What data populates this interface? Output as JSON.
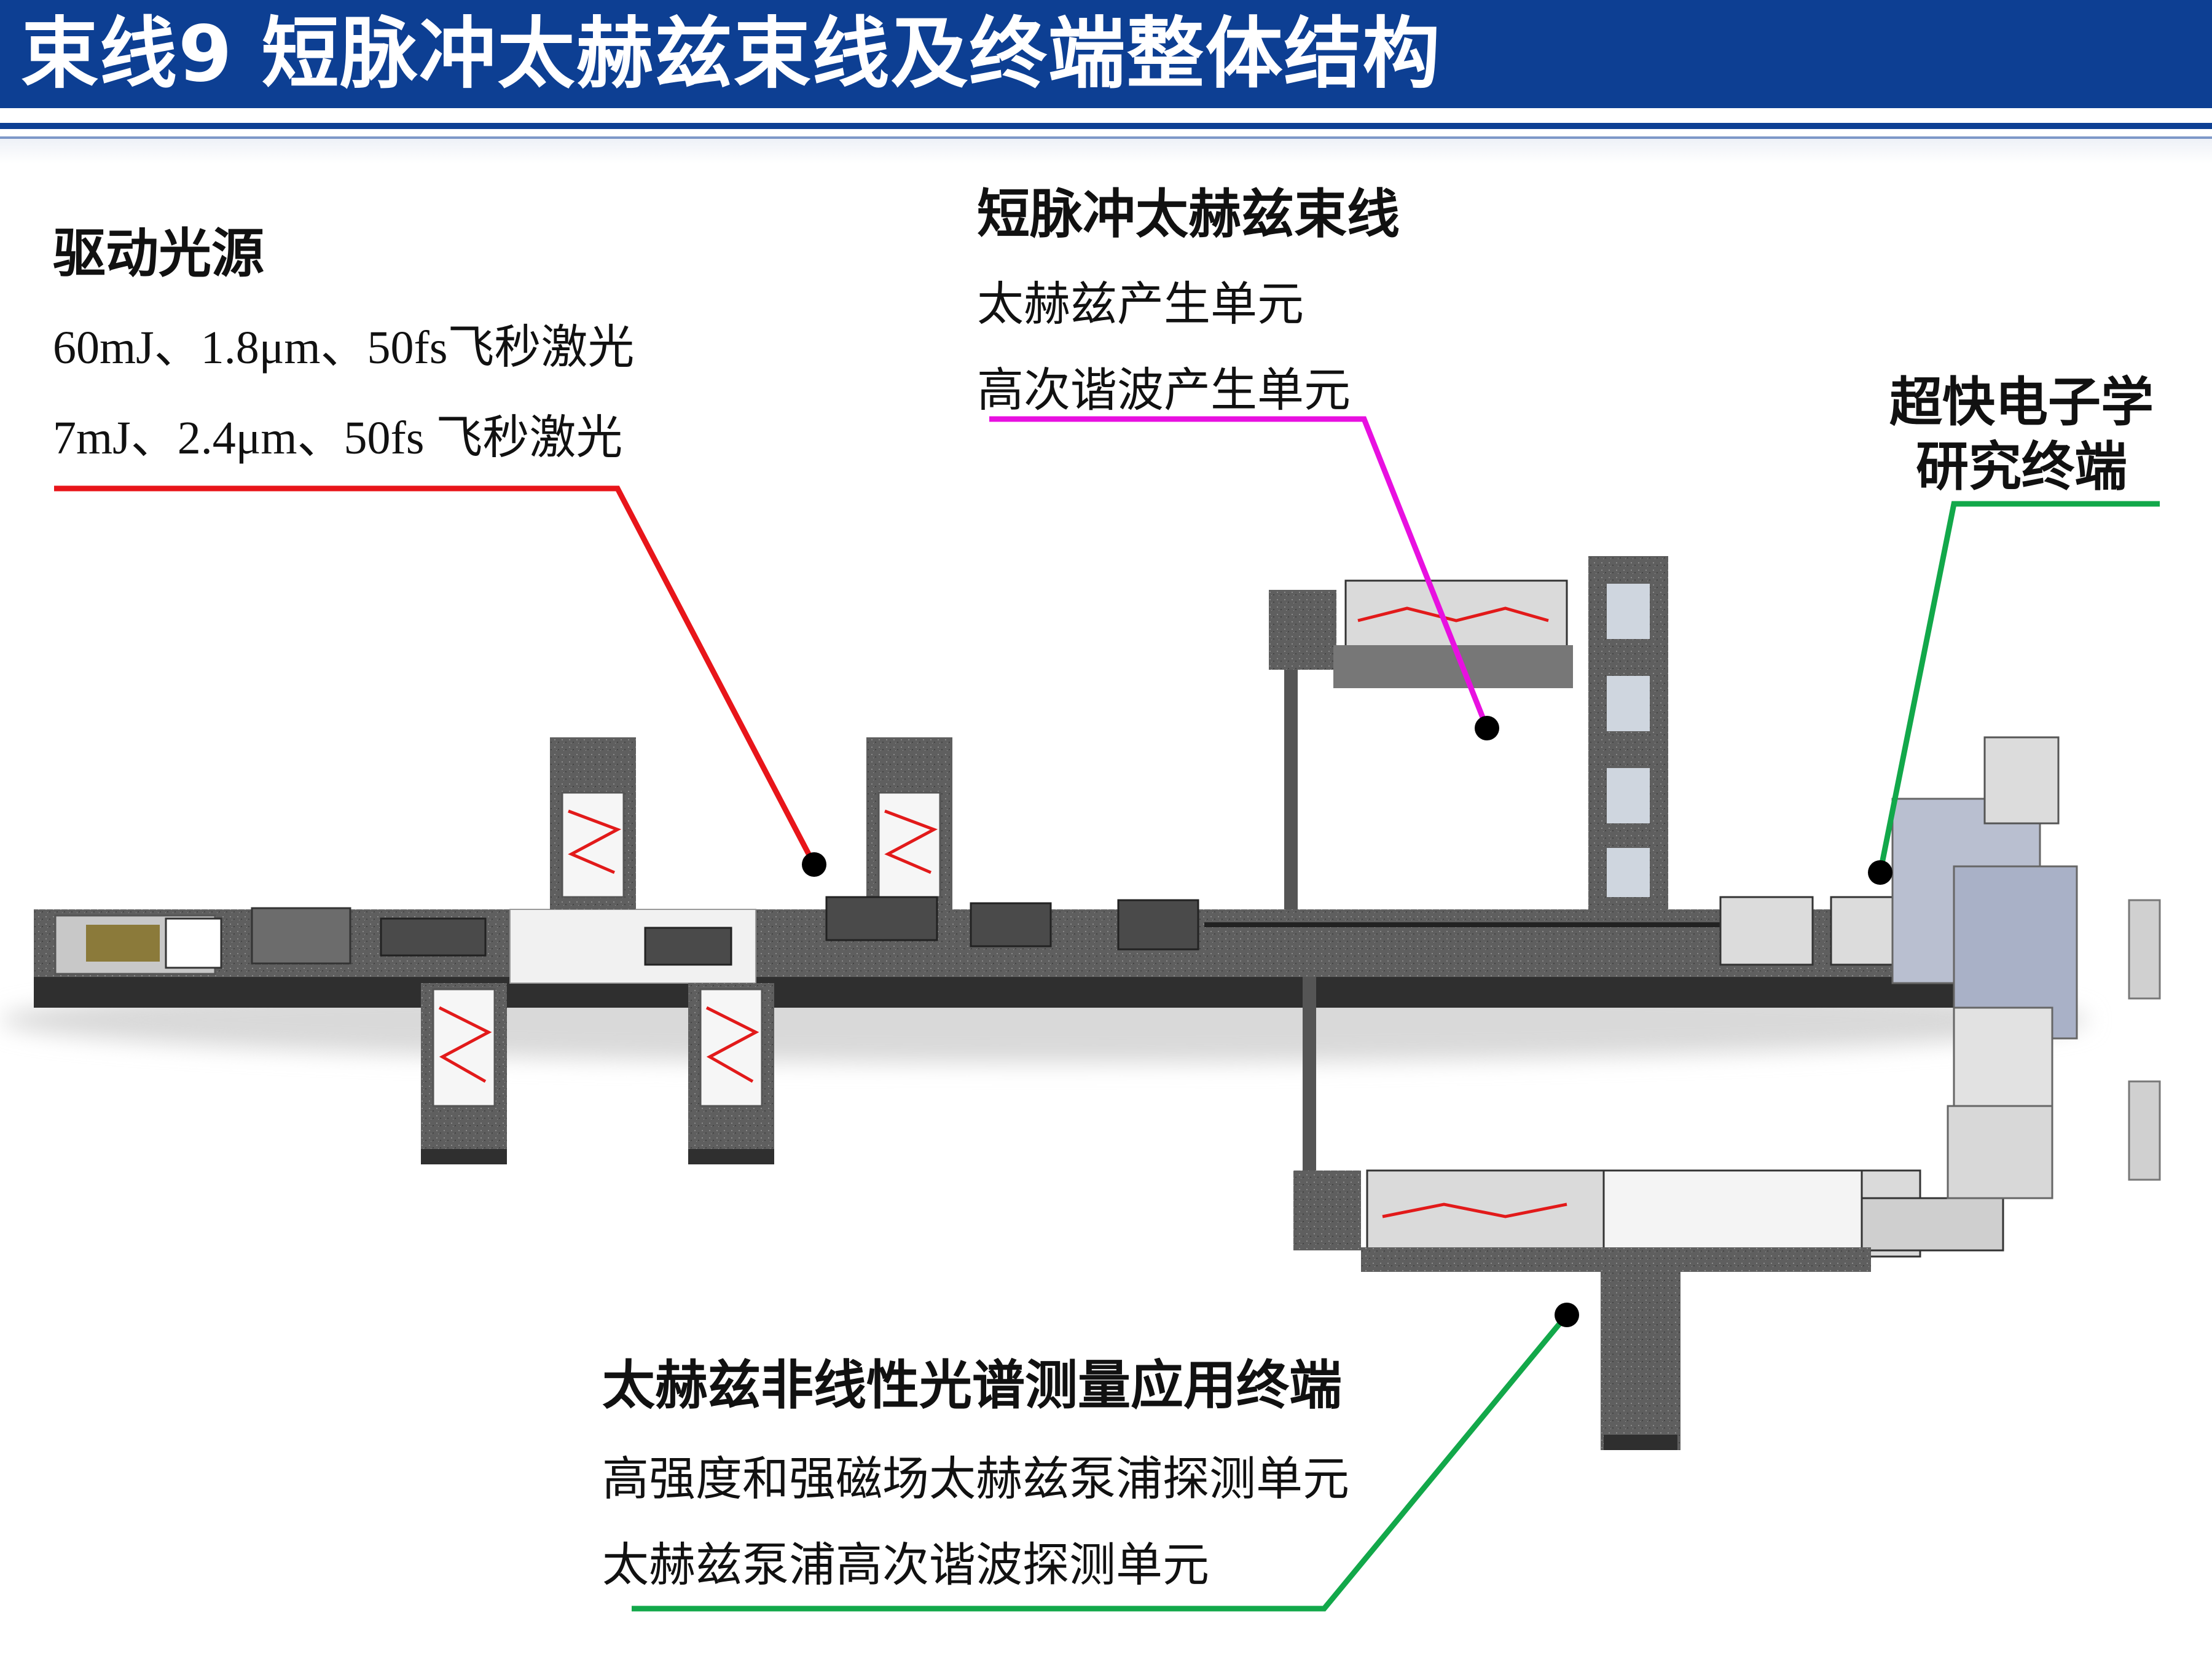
{
  "page": {
    "title": "束线9 短脉冲太赫兹束线及终端整体结构"
  },
  "sections": {
    "driver": {
      "heading": "驱动光源",
      "line1": "60mJ、1.8μm、50fs飞秒激光",
      "line2": "7mJ、2.4μm、50fs  飞秒激光",
      "leader_color": "#e8151a"
    },
    "beamline": {
      "heading": "短脉冲太赫兹束线",
      "line1": "太赫兹产生单元",
      "line2": "高次谐波产生单元",
      "leader_color": "#e810e0"
    },
    "ultrafast": {
      "heading_line1": "超快电子学",
      "heading_line2": "研究终端",
      "leader_color": "#12a84a"
    },
    "nonlinear": {
      "heading": "太赫兹非线性光谱测量应用终端",
      "line1": "高强度和强磁场太赫兹泵浦探测单元",
      "line2": "太赫兹泵浦高次谐波探测单元",
      "leader_color": "#12a84a"
    }
  },
  "colors": {
    "header_bg": "#0d3f93",
    "table_dark": "#3c3c3c",
    "table_top": "#6a6a6a"
  }
}
